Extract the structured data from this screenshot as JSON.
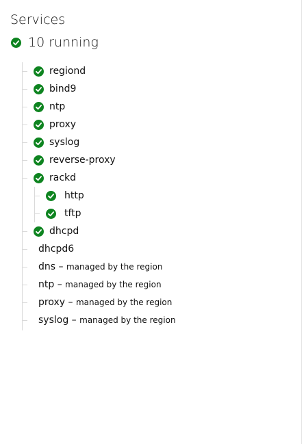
{
  "header": {
    "title": "Services"
  },
  "summary": {
    "label": "10 running",
    "status": "running"
  },
  "services": [
    {
      "name": "regiond",
      "status": "running"
    },
    {
      "name": "bind9",
      "status": "running"
    },
    {
      "name": "ntp",
      "status": "running"
    },
    {
      "name": "proxy",
      "status": "running"
    },
    {
      "name": "syslog",
      "status": "running"
    },
    {
      "name": "reverse-proxy",
      "status": "running"
    },
    {
      "name": "rackd",
      "status": "running",
      "children": [
        {
          "name": "http",
          "status": "running"
        },
        {
          "name": "tftp",
          "status": "running"
        }
      ]
    },
    {
      "name": "dhcpd",
      "status": "running"
    },
    {
      "name": "dhcpd6",
      "status": ""
    },
    {
      "name": "dns",
      "status": "",
      "note": "managed by the region"
    },
    {
      "name": "ntp",
      "status": "",
      "note": "managed by the region"
    },
    {
      "name": "proxy",
      "status": "",
      "note": "managed by the region"
    },
    {
      "name": "syslog",
      "status": "",
      "note": "managed by the region"
    }
  ],
  "colors": {
    "success": "#0e8420",
    "text": "#111111",
    "tree_line": "#d9d9d9"
  },
  "icons": {
    "running": "check-circle-icon"
  }
}
